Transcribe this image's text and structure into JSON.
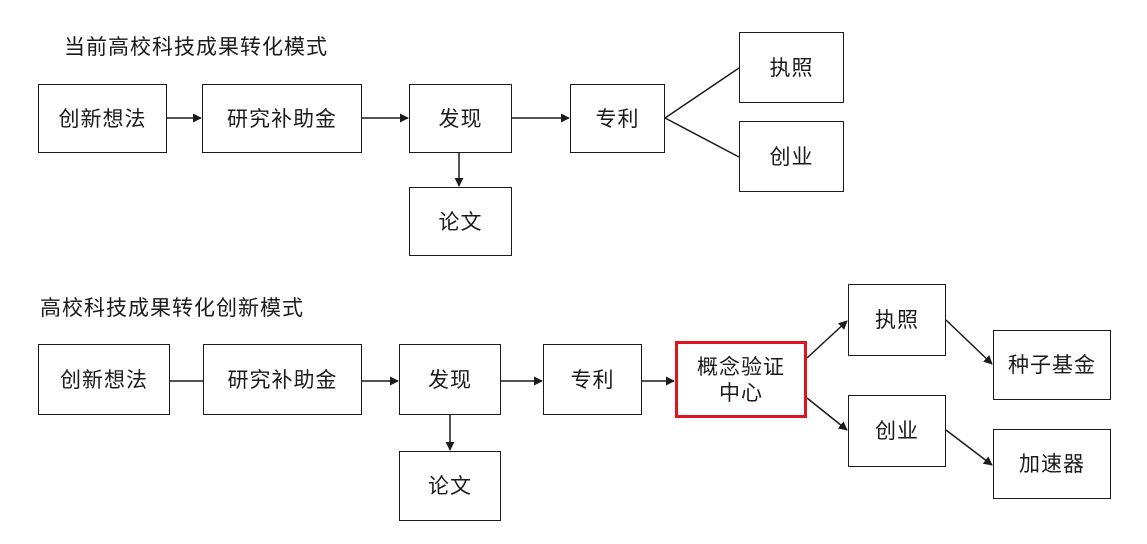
{
  "current_model": {
    "title": "当前高校科技成果转化模式",
    "nodes": {
      "idea": "创新想法",
      "grant": "研究补助金",
      "discovery": "发现",
      "patent": "专利",
      "license": "执照",
      "startup": "创业",
      "paper": "论文"
    }
  },
  "innovative_model": {
    "title": "高校科技成果转化创新模式",
    "nodes": {
      "idea": "创新想法",
      "grant": "研究补助金",
      "discovery": "发现",
      "patent": "专利",
      "poc_center_line1": "概念验证",
      "poc_center_line2": "中心",
      "license": "执照",
      "startup": "创业",
      "paper": "论文",
      "seed_fund": "种子基金",
      "accelerator": "加速器"
    },
    "highlight_color": "#e0141c"
  }
}
